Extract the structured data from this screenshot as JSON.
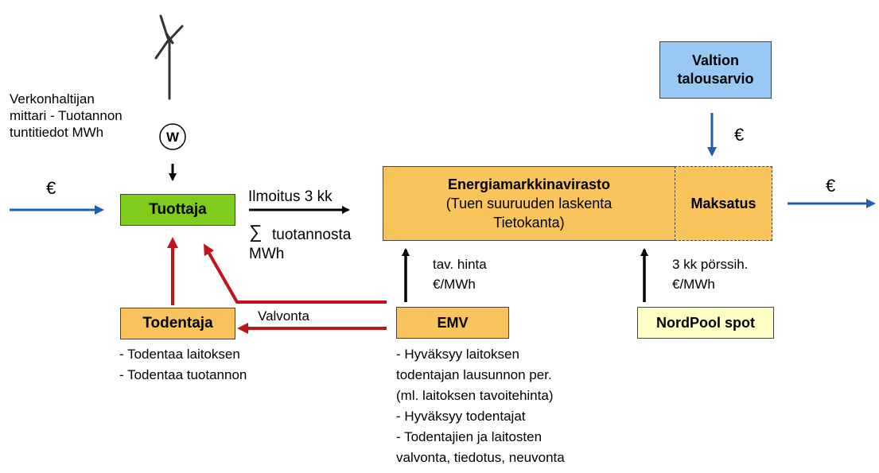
{
  "meter": {
    "label_lines": [
      "Verkonhaltijan",
      "mittari - Tuotannon",
      "tuntitiedot MWh"
    ],
    "symbol": "W"
  },
  "icons": {
    "turbine": "wind-turbine-icon"
  },
  "boxes": {
    "producer": "Tuottaja",
    "verifier": "Todentaja",
    "emv": "EMV",
    "nordpool": "NordPool spot",
    "state_budget_lines": [
      "Valtion",
      "talousarvio"
    ],
    "agency_title": "Energiamarkkinavirasto",
    "agency_sub_lines": [
      "(Tuen suuruuden laskenta",
      "Tietokanta)"
    ],
    "payment": "Maksatus"
  },
  "labels": {
    "euro_left": "€",
    "euro_right": "€",
    "euro_budget": "€",
    "report": "Ilmoitus 3 kk",
    "sum_symbol": "∑",
    "sum_text": "tuotannosta",
    "sum_unit": "MWh",
    "supervision": "Valvonta",
    "avg_price_lines": [
      "tav. hinta",
      "€/MWh"
    ],
    "spot_price_lines": [
      "3 kk pörssih.",
      "€/MWh"
    ]
  },
  "verifier_tasks": [
    "- Todentaa laitoksen",
    "- Todentaa tuotannon"
  ],
  "emv_tasks": [
    "- Hyväksyy laitoksen",
    "todentajan lausunnon per.",
    "(ml. laitoksen tavoitehinta)",
    "- Hyväksyy todentajat",
    "- Todentajien ja laitosten",
    "valvonta, tiedotus, neuvonta"
  ],
  "colors": {
    "green": "#80cc1a",
    "orange": "#f9c45c",
    "blue_box": "#98c8f4",
    "pale_yellow": "#ffffc6",
    "blue_arrow": "#1f5fb0",
    "red_arrow": "#c0141a"
  }
}
